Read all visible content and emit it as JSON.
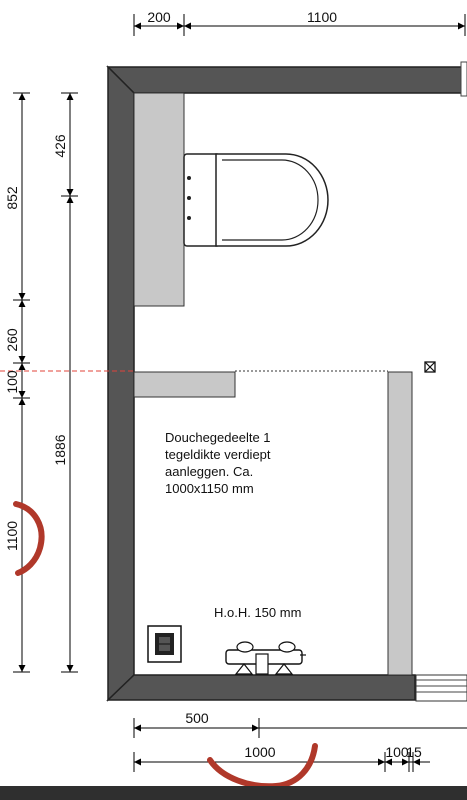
{
  "dimensions": {
    "top": [
      "200",
      "1100"
    ],
    "left_outer": [
      "852",
      "260",
      "100",
      "1100"
    ],
    "left_inner": [
      "426",
      "1886"
    ],
    "bottom_row1": [
      "500"
    ],
    "bottom_row2": [
      "1000",
      "100",
      "15"
    ]
  },
  "notes": {
    "shower_lines": [
      "Douchegedeelte 1",
      "tegeldikte verdiept",
      "aanleggen. Ca.",
      "1000x1150 mm"
    ],
    "hoh": "H.o.H. 150 mm"
  },
  "colors": {
    "wall_dark": "#555555",
    "wall_light": "#c8c8c8",
    "dim_line": "#000000",
    "red_dash": "#e0433a",
    "red_mark": "#b0382a",
    "footer": "#2f2f2f"
  }
}
